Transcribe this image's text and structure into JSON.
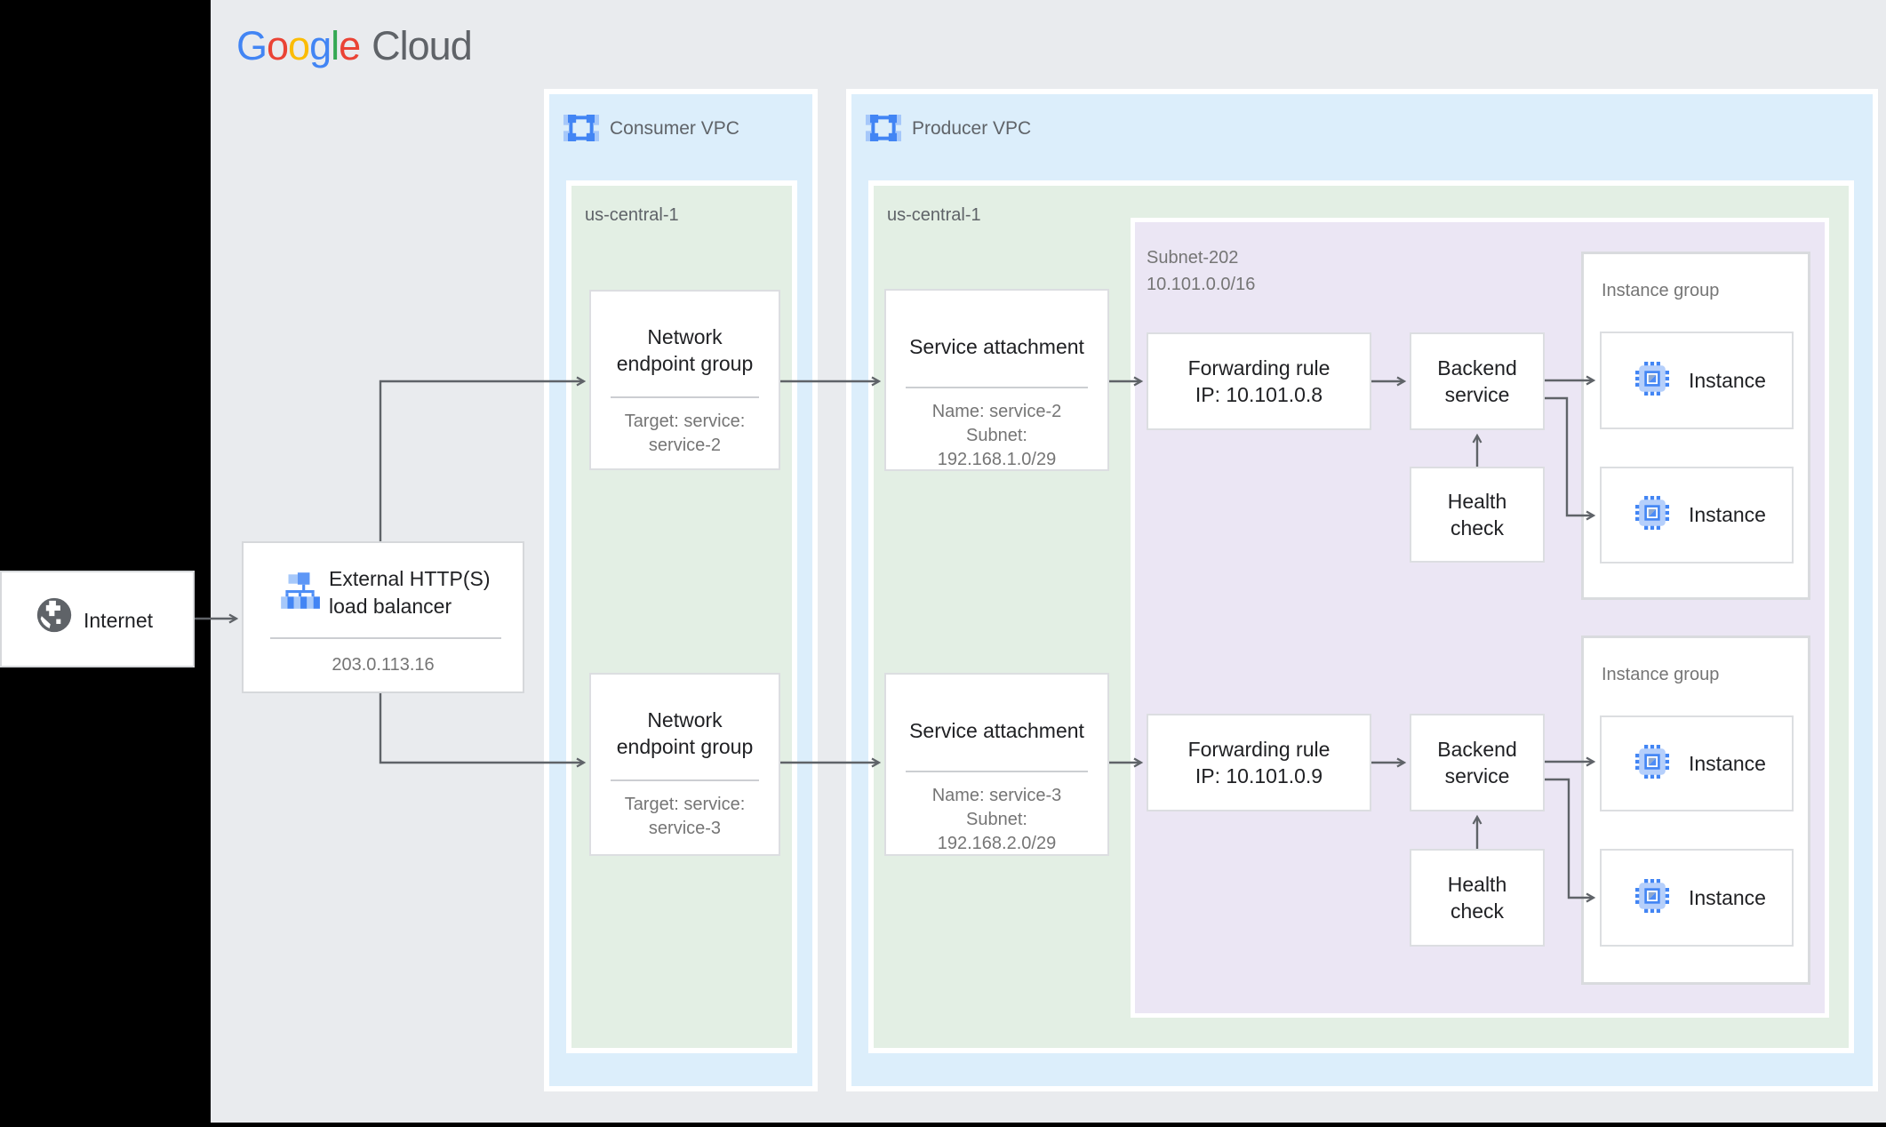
{
  "palette": {
    "black_margin": "#000000",
    "canvas": "#e9ebee",
    "vpc_zone_blue": "#dceefb",
    "region_green": "#e3efe4",
    "subnet_purple": "#ebe6f4",
    "node_border": "#dcdee1",
    "arrow_gray": "#5f6368",
    "title_text": "#202124",
    "muted_text": "#757575",
    "zone_label_text": "#5f6368",
    "google_blue": "#4285F4",
    "google_red": "#EA4335",
    "google_yellow": "#FBBC05",
    "google_green": "#34A853",
    "icon_blue": "#4285F4",
    "icon_blue_light": "#a6c8fa"
  },
  "logo": {
    "letters": [
      "G",
      "o",
      "o",
      "g",
      "l",
      "e"
    ],
    "cloud": "Cloud"
  },
  "internet": {
    "label": "Internet"
  },
  "load_balancer": {
    "title_lines": [
      "External HTTP(S)",
      "load balancer"
    ],
    "ip": "203.0.113.16"
  },
  "consumer_vpc": {
    "label": "Consumer VPC",
    "region_label": "us-central-1",
    "neg1": {
      "title_lines": [
        "Network",
        "endpoint group"
      ],
      "sub_lines": [
        "Target: service:",
        "service-2"
      ]
    },
    "neg2": {
      "title_lines": [
        "Network",
        "endpoint group"
      ],
      "sub_lines": [
        "Target: service:",
        "service-3"
      ]
    }
  },
  "producer_vpc": {
    "label": "Producer VPC",
    "region_label": "us-central-1",
    "service_attachment1": {
      "title": "Service attachment",
      "sub_lines": [
        "Name: service-2",
        "Subnet:",
        "192.168.1.0/29"
      ]
    },
    "service_attachment2": {
      "title": "Service attachment",
      "sub_lines": [
        "Name: service-3",
        "Subnet:",
        "192.168.2.0/29"
      ]
    },
    "subnet": {
      "label_lines": [
        "Subnet-202",
        "10.101.0.0/16"
      ],
      "row1": {
        "forwarding_rule_lines": [
          "Forwarding rule",
          "IP: 10.101.0.8"
        ],
        "backend_service_lines": [
          "Backend",
          "service"
        ],
        "health_check_lines": [
          "Health",
          "check"
        ],
        "instance_group_label": "Instance group",
        "instance_labels": [
          "Instance",
          "Instance"
        ]
      },
      "row2": {
        "forwarding_rule_lines": [
          "Forwarding rule",
          "IP: 10.101.0.9"
        ],
        "backend_service_lines": [
          "Backend",
          "service"
        ],
        "health_check_lines": [
          "Health",
          "check"
        ],
        "instance_group_label": "Instance group",
        "instance_labels": [
          "Instance",
          "Instance"
        ]
      }
    }
  }
}
